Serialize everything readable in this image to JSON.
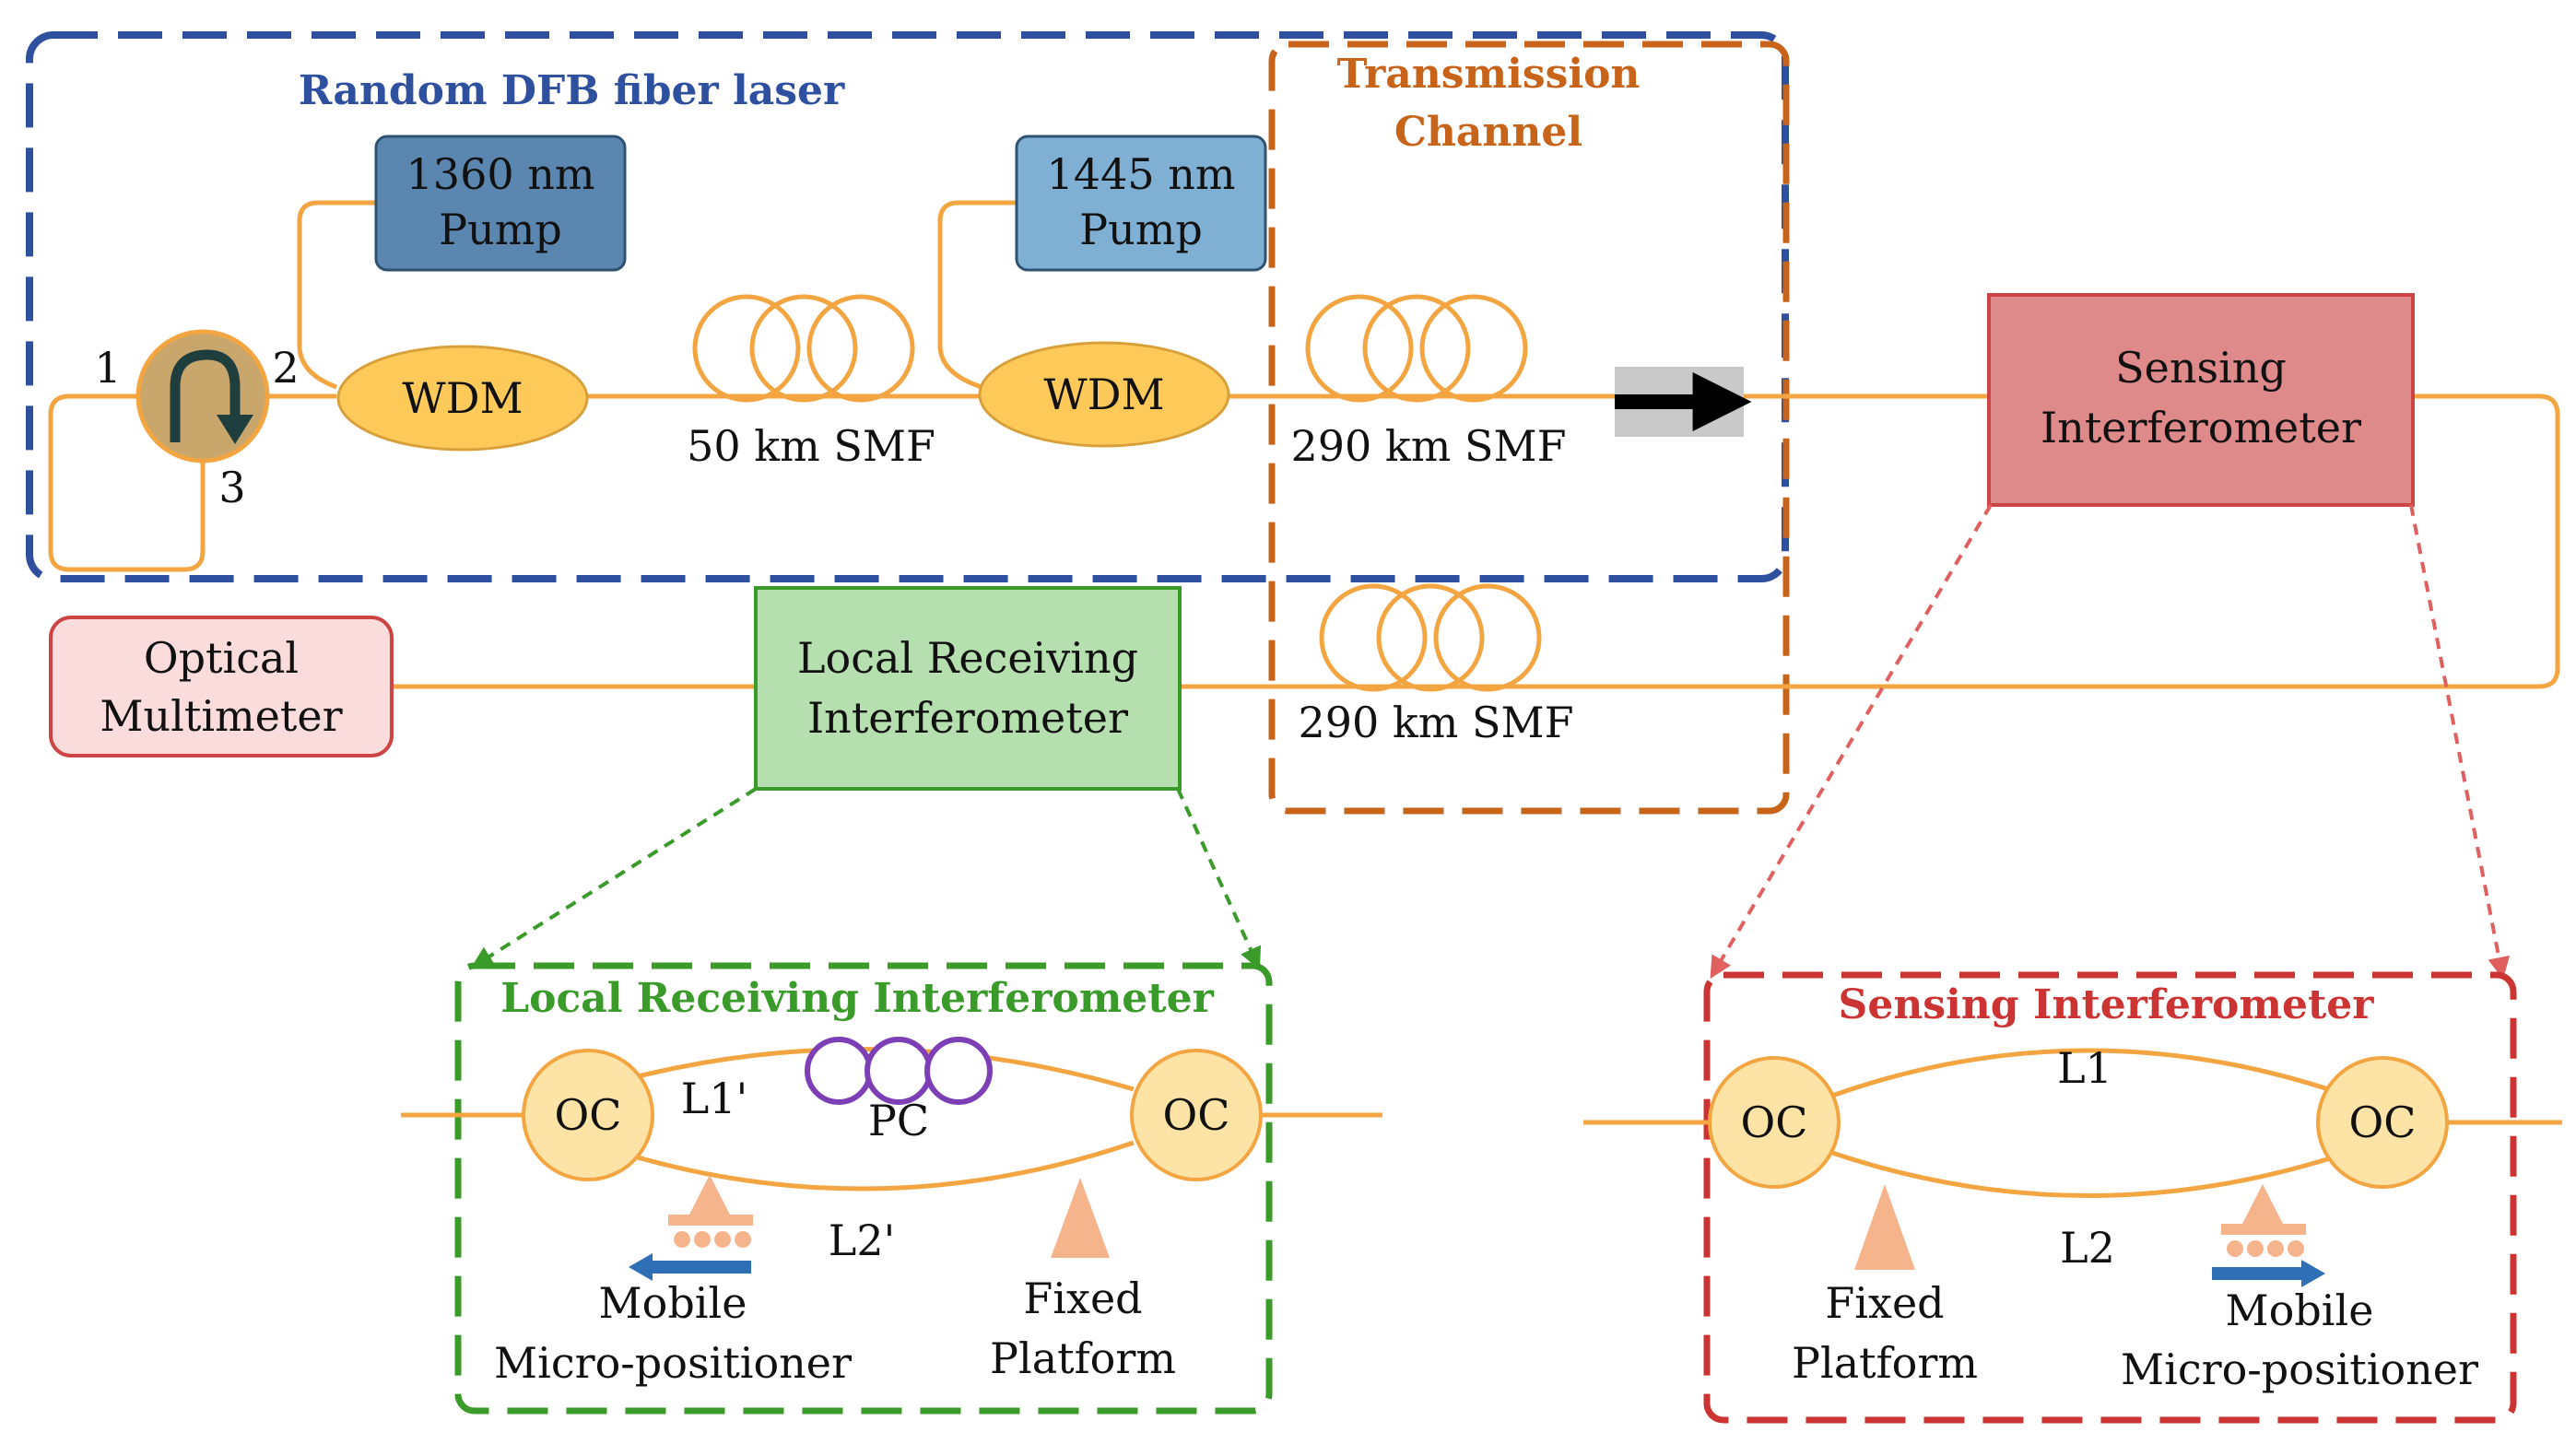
{
  "colors": {
    "fiber": "#f2a541",
    "laser_box": "#2f4f9f",
    "transmission_box": "#c8641a",
    "local_box": "#3a9a2a",
    "sensing_box": "#cc3333",
    "pump1": "#5a86b0",
    "pump2": "#7fb0d3",
    "wdm": "#fdca5a",
    "oc": "#fde3a6",
    "pc": "#7d3fb5",
    "sensing_fill": "#df8a8a",
    "local_fill": "#b5dfae",
    "multimeter_fill": "#fbdcdc"
  },
  "laser": {
    "title": "Random DFB fiber laser",
    "pump1": [
      "1360 nm",
      "Pump"
    ],
    "pump2": [
      "1445 nm",
      "Pump"
    ],
    "wdm1": "WDM",
    "wdm2": "WDM",
    "port1": "1",
    "port2": "2",
    "port3": "3",
    "fiber1": "50 km SMF"
  },
  "transmission": {
    "title": [
      "Transmission",
      "Channel"
    ],
    "fiber_forward": "290 km SMF",
    "fiber_return": "290 km SMF"
  },
  "instruments": {
    "multimeter": [
      "Optical",
      "Multimeter"
    ],
    "local_receiver": [
      "Local Receiving",
      "Interferometer"
    ],
    "sensing": [
      "Sensing",
      "Interferometer"
    ]
  },
  "local_detail": {
    "title": "Local Receiving Interferometer",
    "oc_left": "OC",
    "oc_right": "OC",
    "arm1": "L1'",
    "arm2": "L2'",
    "pc": "PC",
    "mobile": [
      "Mobile",
      "Micro-positioner"
    ],
    "fixed": [
      "Fixed",
      "Platform"
    ]
  },
  "sensing_detail": {
    "title": "Sensing Interferometer",
    "oc_left": "OC",
    "oc_right": "OC",
    "arm1": "L1",
    "arm2": "L2",
    "fixed": [
      "Fixed",
      "Platform"
    ],
    "mobile": [
      "Mobile",
      "Micro-positioner"
    ]
  }
}
